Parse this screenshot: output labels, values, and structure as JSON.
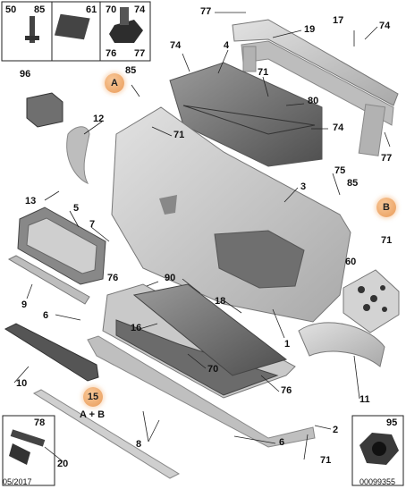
{
  "corner": {
    "left": "05/2017",
    "right": "00099355"
  },
  "fastener_panel": {
    "labels": [
      "50",
      "85",
      "61",
      "70",
      "74",
      "76",
      "77"
    ]
  },
  "inset_78": {
    "label": "78"
  },
  "inset_95": {
    "label": "95"
  },
  "callouts": {
    "c77a": "77",
    "c19": "19",
    "c17": "17",
    "c74a": "74",
    "c96": "96",
    "c85a": "85",
    "c74b": "74",
    "c4": "4",
    "c71a": "71",
    "c80": "80",
    "c74c": "74",
    "c77b": "77",
    "c12": "12",
    "c71b": "71",
    "c75": "75",
    "c85b": "85",
    "c3": "3",
    "c13": "13",
    "c5": "5",
    "c7": "7",
    "c71c": "71",
    "c60": "60",
    "c76a": "76",
    "c90": "90",
    "c9": "9",
    "c18": "18",
    "c6a": "6",
    "c16": "16",
    "c1": "1",
    "c70": "70",
    "c10": "10",
    "c76b": "76",
    "c11": "11",
    "c8": "8",
    "c6b": "6",
    "c2": "2",
    "c71d": "71",
    "c20": "20"
  },
  "badges": {
    "a": "A",
    "b": "B",
    "fifteen": "15",
    "ab_caption": "A + B"
  }
}
